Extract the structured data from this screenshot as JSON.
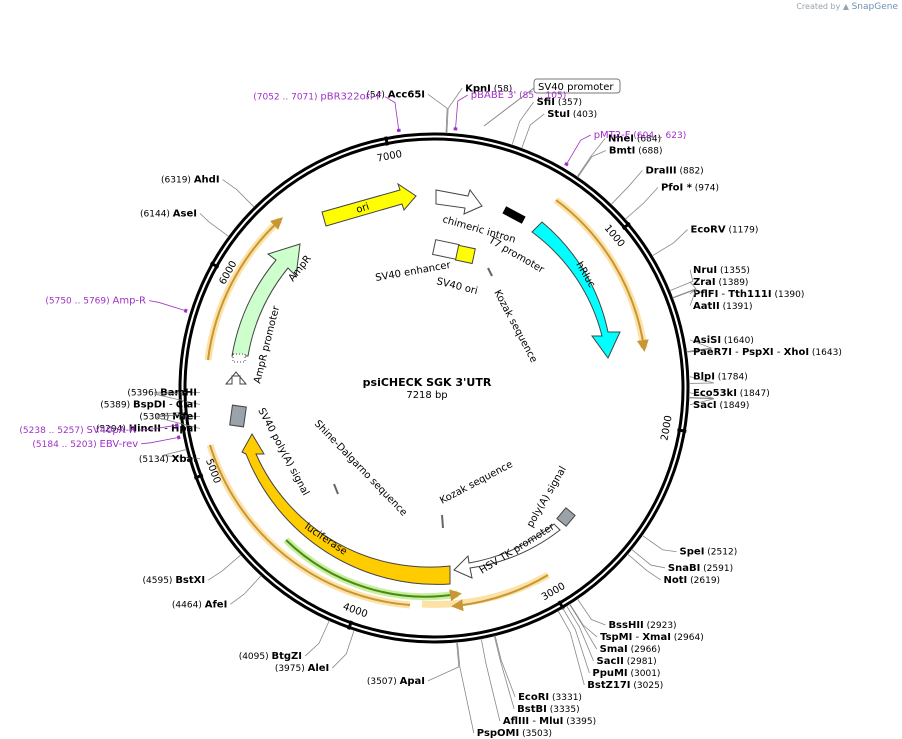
{
  "credit": {
    "prefix": "Created by",
    "brand": "SnapGene"
  },
  "plasmid": {
    "name": "psiCHECK SGK 3'UTR",
    "size_label": "7218 bp"
  },
  "ticks": [
    {
      "label": "1000",
      "bp": 1000
    },
    {
      "label": "2000",
      "bp": 2000
    },
    {
      "label": "3000",
      "bp": 3000
    },
    {
      "label": "4000",
      "bp": 4000
    },
    {
      "label": "5000",
      "bp": 5000
    },
    {
      "label": "6000",
      "bp": 6000
    },
    {
      "label": "7000",
      "bp": 7000
    }
  ],
  "sites": [
    {
      "id": "acc65i",
      "name": "Acc65I",
      "pos": "(54)",
      "bp": 54,
      "side": "left"
    },
    {
      "id": "kpni",
      "name": "KpnI",
      "pos": "(58)",
      "bp": 58,
      "side": "right"
    },
    {
      "id": "sfii",
      "name": "SfiI",
      "pos": "(357)",
      "bp": 357,
      "side": "right"
    },
    {
      "id": "stui",
      "name": "StuI",
      "pos": "(403)",
      "bp": 403,
      "side": "right"
    },
    {
      "id": "nhei",
      "name": "NheI",
      "pos": "(684)",
      "bp": 684,
      "side": "right"
    },
    {
      "id": "bmti",
      "name": "BmtI",
      "pos": "(688)",
      "bp": 688,
      "side": "right"
    },
    {
      "id": "draiii",
      "name": "DraIII",
      "pos": "(882)",
      "bp": 882,
      "side": "right"
    },
    {
      "id": "pfoi",
      "name": "PfoI *",
      "pos": "(974)",
      "bp": 974,
      "side": "right"
    },
    {
      "id": "ecorv",
      "name": "EcoRV",
      "pos": "(1179)",
      "bp": 1179,
      "side": "right"
    },
    {
      "id": "nrui",
      "name": "NruI",
      "pos": "(1355)",
      "bp": 1355,
      "side": "right"
    },
    {
      "id": "zrai",
      "name": "ZraI",
      "pos": "(1389)",
      "bp": 1389,
      "side": "right"
    },
    {
      "id": "pflfi",
      "name": "PflFI",
      "extra": "Tth111I",
      "pos": "(1390)",
      "bp": 1390,
      "side": "right"
    },
    {
      "id": "aatii",
      "name": "AatII",
      "pos": "(1391)",
      "bp": 1391,
      "side": "right"
    },
    {
      "id": "asisi",
      "name": "AsiSI",
      "pos": "(1640)",
      "bp": 1640,
      "side": "right"
    },
    {
      "id": "paer7i",
      "name": "PaeR7I",
      "extra": "PspXI",
      "extra2": "XhoI",
      "pos": "(1643)",
      "bp": 1643,
      "side": "right"
    },
    {
      "id": "blpi",
      "name": "BlpI",
      "pos": "(1784)",
      "bp": 1784,
      "side": "right"
    },
    {
      "id": "eco53ki",
      "name": "Eco53kI",
      "pos": "(1847)",
      "bp": 1847,
      "side": "right"
    },
    {
      "id": "saci",
      "name": "SacI",
      "pos": "(1849)",
      "bp": 1849,
      "side": "right"
    },
    {
      "id": "spei",
      "name": "SpeI",
      "pos": "(2512)",
      "bp": 2512,
      "side": "right"
    },
    {
      "id": "snabi",
      "name": "SnaBI",
      "pos": "(2591)",
      "bp": 2591,
      "side": "right"
    },
    {
      "id": "noti",
      "name": "NotI",
      "pos": "(2619)",
      "bp": 2619,
      "side": "right"
    },
    {
      "id": "bsshii",
      "name": "BssHII",
      "pos": "(2923)",
      "bp": 2923,
      "side": "right"
    },
    {
      "id": "tspmi",
      "name": "TspMI",
      "extra": "XmaI",
      "pos": "(2964)",
      "bp": 2964,
      "side": "right"
    },
    {
      "id": "smai",
      "name": "SmaI",
      "pos": "(2966)",
      "bp": 2966,
      "side": "right"
    },
    {
      "id": "sacii",
      "name": "SacII",
      "pos": "(2981)",
      "bp": 2981,
      "side": "right"
    },
    {
      "id": "ppumi",
      "name": "PpuMI",
      "pos": "(3001)",
      "bp": 3001,
      "side": "right"
    },
    {
      "id": "bstz17i",
      "name": "BstZ17I",
      "pos": "(3025)",
      "bp": 3025,
      "side": "right"
    },
    {
      "id": "ecori",
      "name": "EcoRI",
      "pos": "(3331)",
      "bp": 3331,
      "side": "right"
    },
    {
      "id": "bstbi",
      "name": "BstBI",
      "pos": "(3335)",
      "bp": 3335,
      "side": "right"
    },
    {
      "id": "afliii",
      "name": "AflIII",
      "extra": "MluI",
      "pos": "(3395)",
      "bp": 3395,
      "side": "right"
    },
    {
      "id": "pspomi",
      "name": "PspOMI",
      "pos": "(3503)",
      "bp": 3503,
      "side": "right"
    },
    {
      "id": "apai",
      "name": "ApaI",
      "pos": "(3507)",
      "bp": 3507,
      "side": "left"
    },
    {
      "id": "alei",
      "name": "AleI",
      "pos": "(3975)",
      "bp": 3975,
      "side": "left"
    },
    {
      "id": "btgzi",
      "name": "BtgZI",
      "pos": "(4095)",
      "bp": 4095,
      "side": "left"
    },
    {
      "id": "afei",
      "name": "AfeI",
      "pos": "(4464)",
      "bp": 4464,
      "side": "left"
    },
    {
      "id": "bstxi",
      "name": "BstXI",
      "pos": "(4595)",
      "bp": 4595,
      "side": "left"
    },
    {
      "id": "xbai",
      "name": "XbaI",
      "pos": "(5134)",
      "bp": 5134,
      "side": "left"
    },
    {
      "id": "hincii",
      "name": "HincII",
      "extra": "HpaI",
      "pos": "(5294)",
      "bp": 5294,
      "side": "left"
    },
    {
      "id": "mfei",
      "name": "MfeI",
      "pos": "(5303)",
      "bp": 5303,
      "side": "left"
    },
    {
      "id": "bspdi",
      "name": "BspDI",
      "extra": "ClaI",
      "pos": "(5389)",
      "bp": 5389,
      "side": "left"
    },
    {
      "id": "bamhi",
      "name": "BamHI",
      "pos": "(5396)",
      "bp": 5396,
      "side": "left"
    },
    {
      "id": "asei",
      "name": "AseI",
      "pos": "(6144)",
      "bp": 6144,
      "side": "left"
    },
    {
      "id": "ahdi",
      "name": "AhdI",
      "pos": "(6319)",
      "bp": 6319,
      "side": "left"
    }
  ],
  "primers": [
    {
      "id": "pbr322ori-f",
      "name": "pBR322ori-F",
      "range": "(7052 .. 7071)",
      "bp": 7062,
      "side": "left"
    },
    {
      "id": "pbabe-3",
      "name": "pBABE 3'",
      "range": "(85 .. 105)",
      "bp": 95,
      "side": "right"
    },
    {
      "id": "pmt2-f",
      "name": "pMT2-F",
      "range": "(604 .. 623)",
      "bp": 614,
      "side": "right"
    },
    {
      "id": "amp-r",
      "name": "Amp-R",
      "range": "(5750 .. 5769)",
      "bp": 5760,
      "side": "left"
    },
    {
      "id": "sv40pa-r",
      "name": "SV40pA-R",
      "range": "(5238 .. 5257)",
      "bp": 5248,
      "side": "left"
    },
    {
      "id": "ebv-rev",
      "name": "EBV-rev",
      "range": "(5184 .. 5203)",
      "bp": 5194,
      "side": "left"
    }
  ],
  "boxed_feature": {
    "name": "SV40 promoter"
  },
  "features": [
    {
      "id": "ori",
      "name": "ori",
      "color": "#ffff00"
    },
    {
      "id": "chimeric-intron",
      "name": "chimeric intron",
      "color": "#ffffff"
    },
    {
      "id": "t7-promoter",
      "name": "T7 promoter",
      "color": "#ffffff"
    },
    {
      "id": "hrluc",
      "name": "hRluc",
      "color": "#00ffff"
    },
    {
      "id": "sv40-enhancer",
      "name": "SV40 enhancer",
      "color": "#ffffff"
    },
    {
      "id": "sv40-ori",
      "name": "SV40 ori",
      "color": "#ffff00"
    },
    {
      "id": "kozak-1",
      "name": "Kozak sequence",
      "color": "#aaaaaa"
    },
    {
      "id": "ampr",
      "name": "AmpR",
      "color": "#ccffcc"
    },
    {
      "id": "ampr-promoter",
      "name": "AmpR promoter",
      "color": "#ffffff"
    },
    {
      "id": "sv40-polya",
      "name": "SV40 poly(A) signal",
      "color": "#9aa2aa"
    },
    {
      "id": "shine-dalgarno",
      "name": "Shine-Dalgarno sequence",
      "color": "#aaaaaa"
    },
    {
      "id": "kozak-2",
      "name": "Kozak sequence",
      "color": "#aaaaaa"
    },
    {
      "id": "polya-signal",
      "name": "poly(A) signal",
      "color": "#9aa2aa"
    },
    {
      "id": "hsv-tk-promoter",
      "name": "HSV TK promoter",
      "color": "#ffffff"
    },
    {
      "id": "luciferase",
      "name": "luciferase",
      "color": "#ffcc00"
    }
  ],
  "colors": {
    "backbone": "#000000",
    "enzyme_line": "#888888",
    "primer": "#a030c8",
    "orf_orange": "#c89632",
    "orf_glow": "#fde2a8",
    "orf_green": "#4a8a1a",
    "orf_green_glow": "#c8ef9c"
  }
}
